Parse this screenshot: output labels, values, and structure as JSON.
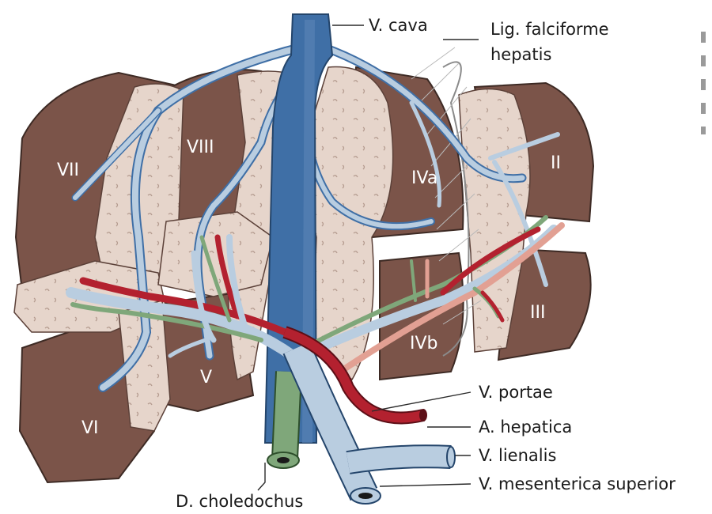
{
  "segments": {
    "II": "II",
    "III": "III",
    "IVa": "IVa",
    "IVb": "IVb",
    "V": "V",
    "VI": "VI",
    "VII": "VII",
    "VIII": "VIII"
  },
  "labels": {
    "v_cava": "V. cava",
    "lig_falciforme_line1": "Lig. falciforme",
    "lig_falciforme_line2": "hepatis",
    "v_portae": "V. portae",
    "a_hepatica": "A. hepatica",
    "v_lienalis": "V. lienalis",
    "v_mesenterica_superior": "V. mesenterica superior",
    "d_choledochus": "D. choledochus"
  },
  "colors": {
    "parenchyma": "#7b5449",
    "cut_surface": "#e4d3c9",
    "vein_dark": "#3f6fa6",
    "vein_light": "#b9cde0",
    "artery": "#b3212f",
    "artery_light": "#e2a093",
    "bile_duct": "#7fa77a"
  }
}
